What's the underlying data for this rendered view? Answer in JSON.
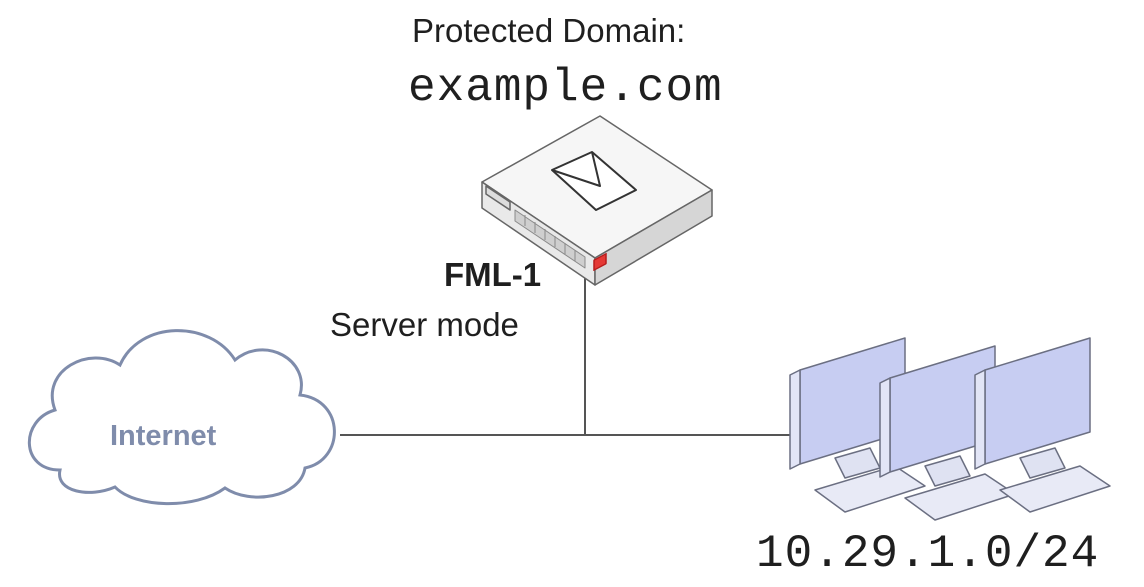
{
  "protected_domain": {
    "label": "Protected Domain:",
    "domain": "example.com"
  },
  "device": {
    "name": "FML-1",
    "mode": "Server mode",
    "icon": "mail-appliance-icon"
  },
  "cloud": {
    "label": "Internet",
    "icon": "cloud-icon"
  },
  "client_network": {
    "subnet": "10.29.1.0/24",
    "icon": "workstations-icon",
    "workstation_count": 3
  },
  "colors": {
    "line": "#555555",
    "cloud_stroke": "#7f8cab",
    "cloud_text": "#7f8cab",
    "appliance_body": "#f2f2f2",
    "monitor_screen": "#c7cdf2",
    "badge": "#e53935"
  }
}
